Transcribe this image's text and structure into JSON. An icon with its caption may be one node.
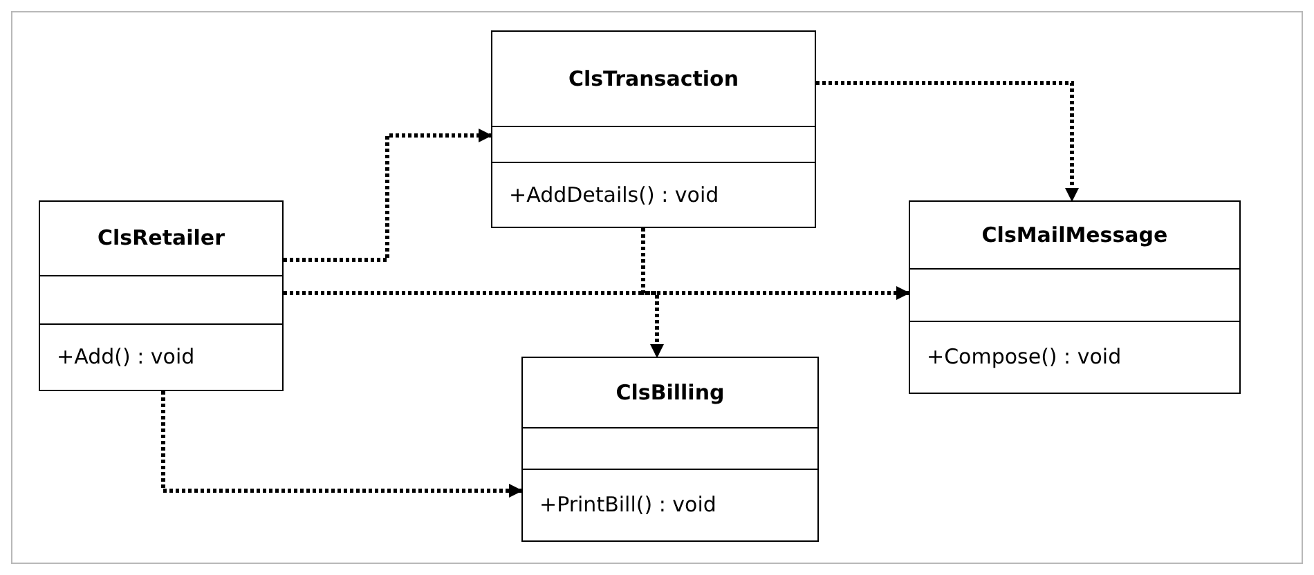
{
  "diagram": {
    "nodes": [
      {
        "text": [
          "ClsTransaction",
          "+AddDetails() : void"
        ]
      },
      {
        "text": [
          "ClsRetailer",
          "+Add() : void"
        ]
      },
      {
        "text": [
          "ClsMailMessage",
          "+Compose() : void"
        ]
      },
      {
        "text": [
          "ClsBilling",
          "+PrintBill() : void"
        ]
      }
    ],
    "edges": [
      {
        "from": 1,
        "to": 0,
        "arrow": "to"
      },
      {
        "from": 1,
        "to": 2,
        "arrow": "to"
      },
      {
        "from": 1,
        "to": 3,
        "arrow": "to"
      },
      {
        "from": 0,
        "to": 2,
        "arrow": "to"
      },
      {
        "from": 0,
        "to": 3,
        "arrow": "to"
      }
    ]
  }
}
